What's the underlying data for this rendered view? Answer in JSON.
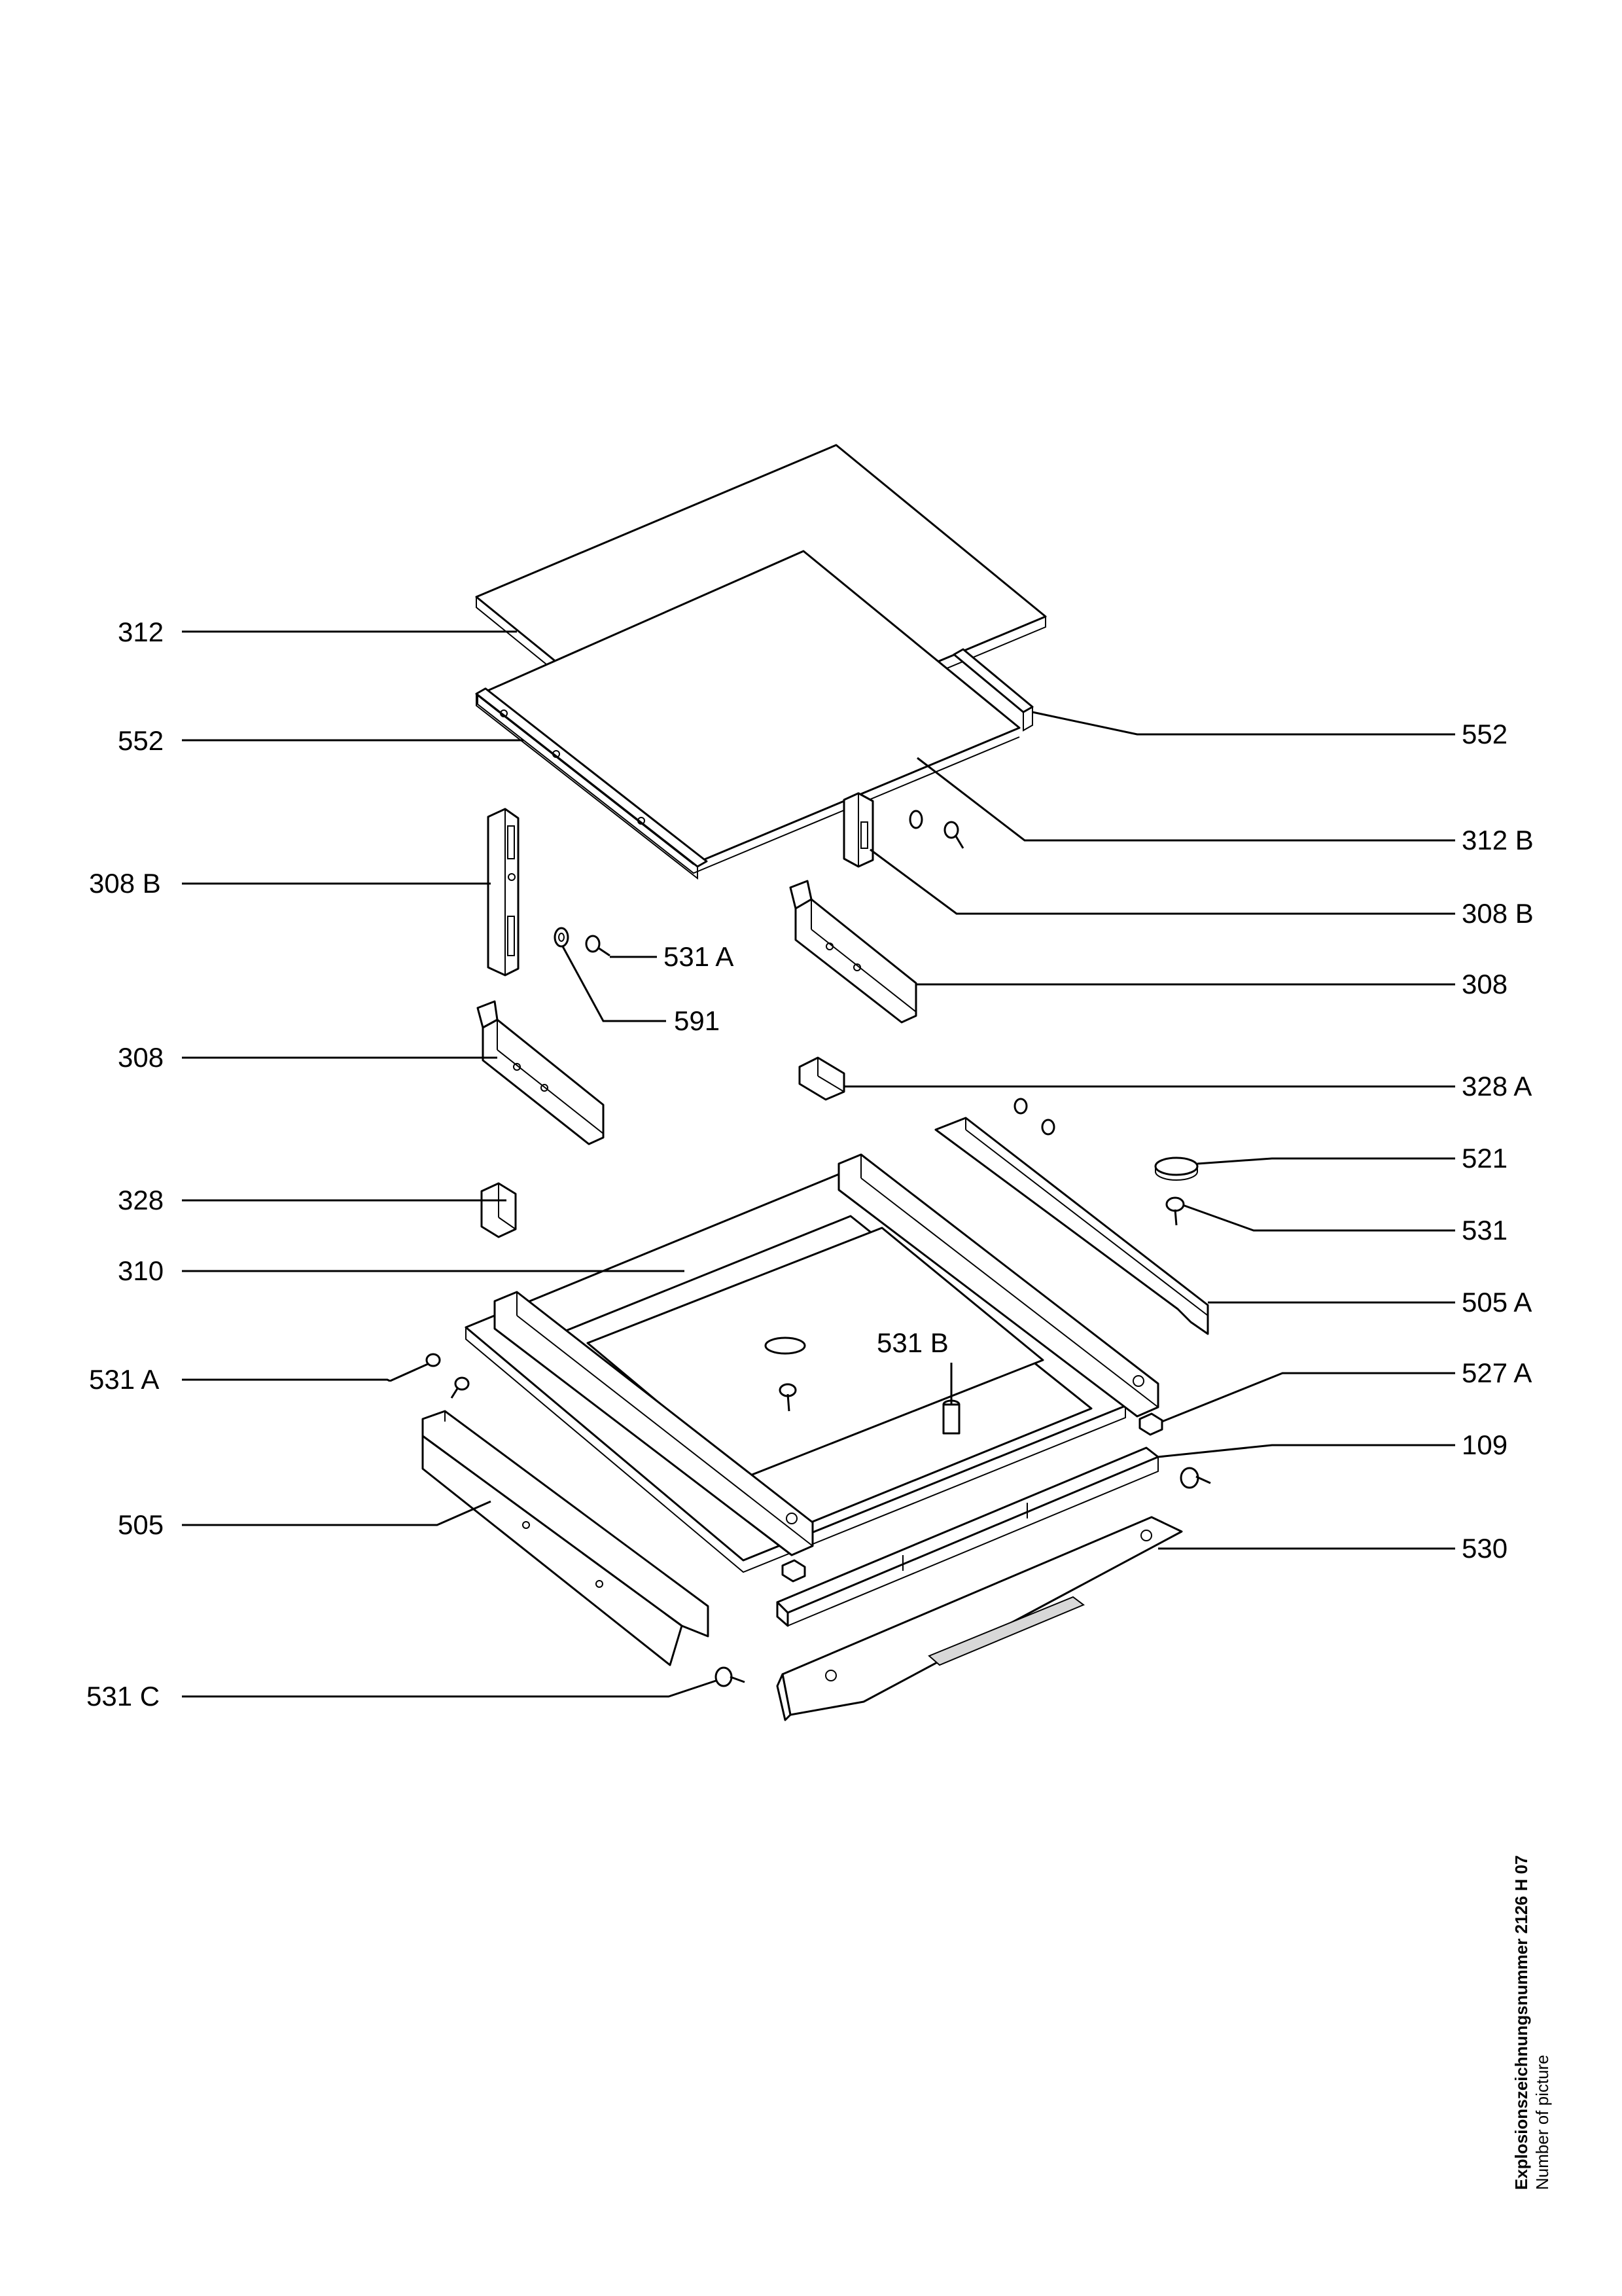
{
  "callouts": {
    "c312": "312",
    "c552_left": "552",
    "c552_right": "552",
    "c312b": "312 B",
    "c308b_left": "308 B",
    "c308b_right": "308 B",
    "c531a_mid": "531 A",
    "c591": "591",
    "c308_right": "308",
    "c308_left": "308",
    "c328a": "328 A",
    "c521": "521",
    "c328": "328",
    "c531": "531",
    "c310": "310",
    "c505a": "505 A",
    "c531b": "531 B",
    "c531a_left": "531 A",
    "c527a": "527 A",
    "c109": "109",
    "c505": "505",
    "c530": "530",
    "c531c": "531 C"
  },
  "picture_number": {
    "line1": "Explosionszeichnungsnummer 2126 H 07",
    "line2": "Number of picture"
  }
}
